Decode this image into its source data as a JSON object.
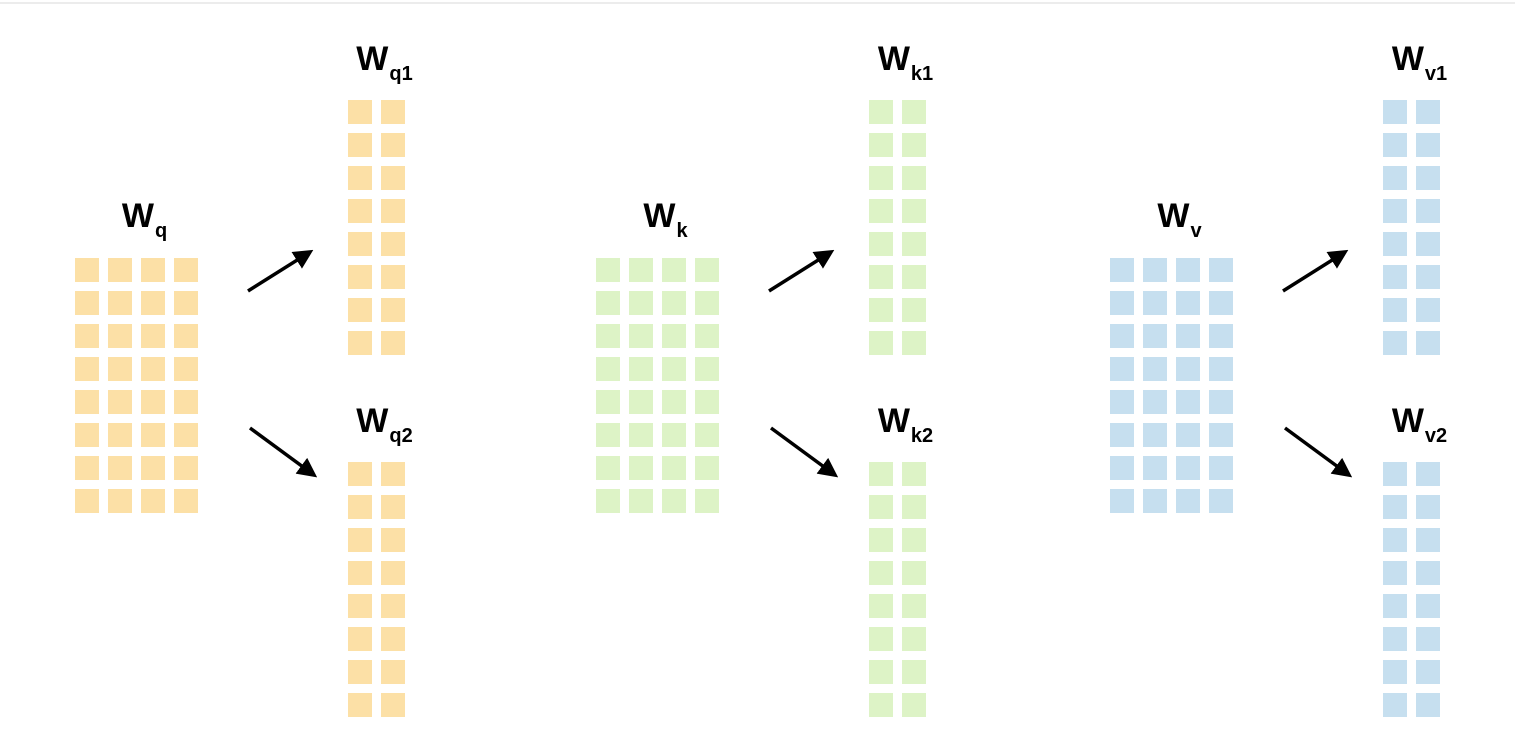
{
  "background": "#ffffff",
  "arrow_color": "#000000",
  "groups": [
    {
      "name": "query",
      "cell_color": "#FCE0A6",
      "source": {
        "label_base": "W",
        "label_sub": "q",
        "cols": 4,
        "rows": 8
      },
      "targets": [
        {
          "label_base": "W",
          "label_sub": "q1",
          "cols": 2,
          "rows": 8
        },
        {
          "label_base": "W",
          "label_sub": "q2",
          "cols": 2,
          "rows": 8
        }
      ]
    },
    {
      "name": "key",
      "cell_color": "#DDF3C6",
      "source": {
        "label_base": "W",
        "label_sub": "k",
        "cols": 4,
        "rows": 8
      },
      "targets": [
        {
          "label_base": "W",
          "label_sub": "k1",
          "cols": 2,
          "rows": 8
        },
        {
          "label_base": "W",
          "label_sub": "k2",
          "cols": 2,
          "rows": 8
        }
      ]
    },
    {
      "name": "value",
      "cell_color": "#C6DFEF",
      "source": {
        "label_base": "W",
        "label_sub": "v",
        "cols": 4,
        "rows": 8
      },
      "targets": [
        {
          "label_base": "W",
          "label_sub": "v1",
          "cols": 2,
          "rows": 8
        },
        {
          "label_base": "W",
          "label_sub": "v2",
          "cols": 2,
          "rows": 8
        }
      ]
    }
  ]
}
